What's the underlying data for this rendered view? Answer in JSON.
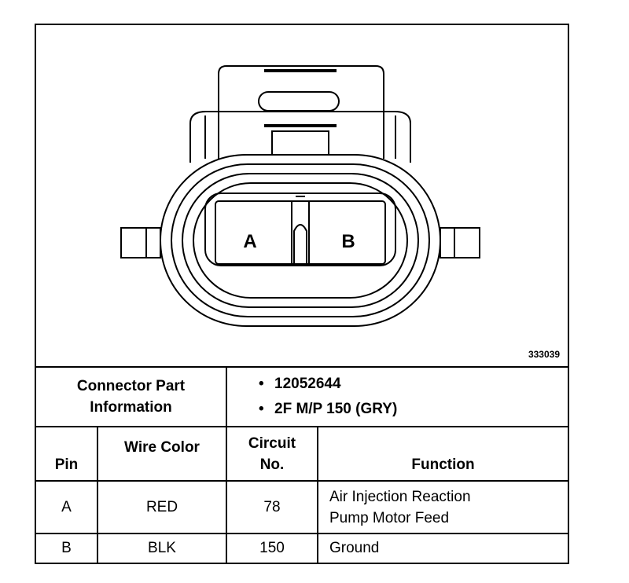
{
  "figure_number": "333039",
  "diagram": {
    "pin_labels": [
      "A",
      "B"
    ]
  },
  "connector_info": {
    "label": "Connector Part Information",
    "items": [
      "12052644",
      "2F M/P 150 (GRY)"
    ]
  },
  "table": {
    "headers": {
      "pin": "Pin",
      "wire_color": "Wire Color",
      "circuit_line1": "Circuit",
      "circuit_line2": "No.",
      "function": "Function"
    },
    "rows": [
      {
        "pin": "A",
        "wire_color": "RED",
        "circuit": "78",
        "function_line1": "Air Injection Reaction",
        "function_line2": "Pump Motor Feed"
      },
      {
        "pin": "B",
        "wire_color": "BLK",
        "circuit": "150",
        "function_line1": "Ground",
        "function_line2": ""
      }
    ]
  }
}
